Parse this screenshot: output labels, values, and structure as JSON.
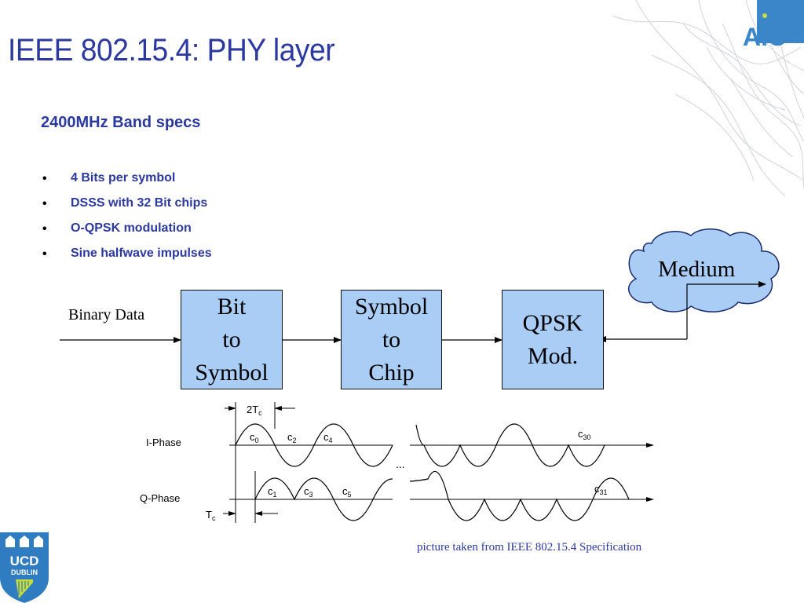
{
  "slide": {
    "title": "IEEE 802.15.4: PHY layer",
    "subtitle": "2400MHz Band specs",
    "bullets": [
      "4 Bits per symbol",
      "DSSS with 32 Bit chips",
      "O-QPSK modulation",
      "Sine halfwave impulses"
    ],
    "caption": "picture taken from IEEE 802.15.4 Specification"
  },
  "block_diagram": {
    "input_label": "Binary Data",
    "blocks": [
      {
        "id": "bit-to-symbol",
        "label": "Bit\nto\nSymbol"
      },
      {
        "id": "symbol-to-chip",
        "label": "Symbol\nto\nChip"
      },
      {
        "id": "qpsk-mod",
        "label": "QPSK\nMod."
      }
    ],
    "medium_label": "Medium",
    "block_color": "#a9cdf5"
  },
  "waveform": {
    "i_phase_label": "I-Phase",
    "q_phase_label": "Q-Phase",
    "period_label_main": "2T",
    "tc_label_main": "T",
    "sub_c": "c",
    "ellipsis": "...",
    "chips": [
      {
        "main": "c",
        "sub": "0"
      },
      {
        "main": "c",
        "sub": "2"
      },
      {
        "main": "c",
        "sub": "4"
      },
      {
        "main": "c",
        "sub": "30"
      },
      {
        "main": "c",
        "sub": "1"
      },
      {
        "main": "c",
        "sub": "3"
      },
      {
        "main": "c",
        "sub": "5"
      },
      {
        "main": "c",
        "sub": "31"
      }
    ]
  },
  "logos": {
    "aic_text": "AIC",
    "ucd_line1": "UCD",
    "ucd_line2": "DUBLIN"
  },
  "colors": {
    "title": "#2b39a0",
    "accent_blue": "#3a86c8"
  }
}
